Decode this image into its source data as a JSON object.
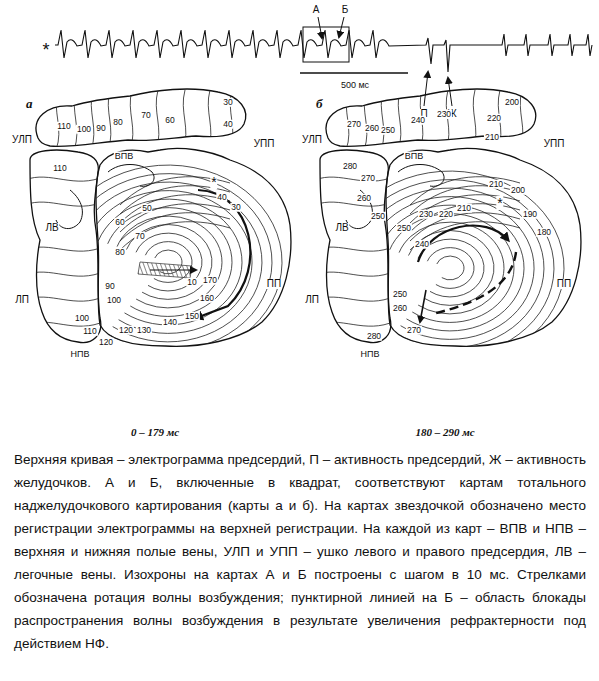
{
  "diagram": {
    "caption": "Верхняя кривая – электрограмма предсердий, П – активность предсердий, Ж – активность желудочков. А и Б, включенные в квадрат, соответствуют картам тотального наджелудочкового картирования (карты а и б). На картах звездочкой обозначено место регистрации электрограммы на верхней регистрации. На каждой из карт – ВПВ и НПВ – верхняя и нижняя полые вены, УЛП и УПП – ушко левого и правого предсердия, ЛВ – легочные вены. Изохроны на картах А и Б построены с шагом в 10 мс. Стрелками обозначена ротация волны возбуждения; пунктирной линией на Б – область блокады распространения волны возбуждения в результате увеличения рефрактерности под действием НФ.",
    "nodes": [
      {
        "text": [
          "а",
          "0 – 179 мс"
        ]
      },
      {
        "text": [
          "б",
          "180 – 290 мс"
        ]
      }
    ],
    "labels": [
      "*",
      "А",
      "Б",
      "500 мс",
      "П",
      "Ж",
      "УЛП",
      "УПП",
      "ВПВ",
      "ЛВ",
      "ЛП",
      "НПВ",
      "ПП",
      "*",
      "110",
      "100",
      "90",
      "80",
      "70",
      "60",
      "40",
      "30",
      "110",
      "100",
      "110",
      "120",
      "50",
      "60",
      "70",
      "80",
      "90",
      "100",
      "120",
      "130",
      "140",
      "150",
      "160",
      "170",
      "10",
      "40",
      "30",
      "УЛП",
      "УПП",
      "ВПВ",
      "ЛВ",
      "ЛП",
      "НПВ",
      "ПП",
      "*",
      "270",
      "260",
      "250",
      "240",
      "230",
      "220",
      "210",
      "200",
      "280",
      "270",
      "260",
      "250",
      "250",
      "230",
      "220",
      "210",
      "240",
      "210",
      "200",
      "190",
      "180",
      "250",
      "260",
      "270",
      "280"
    ]
  }
}
